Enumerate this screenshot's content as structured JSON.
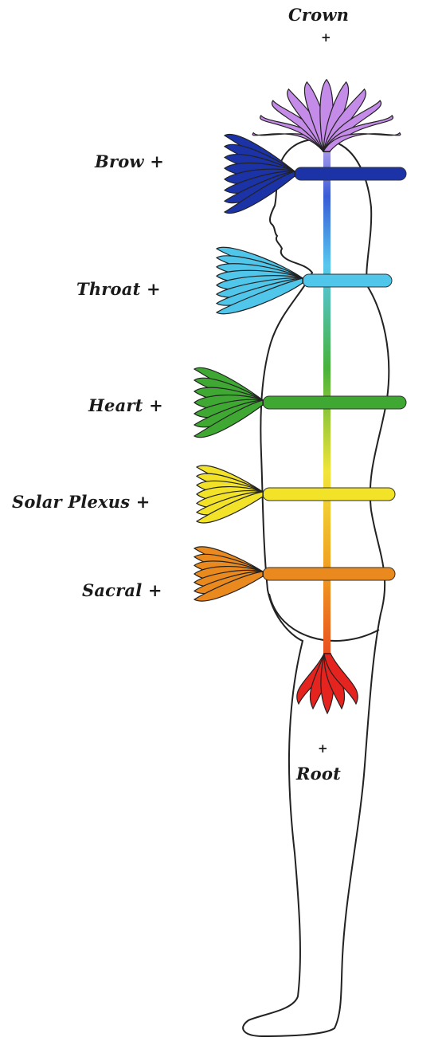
{
  "chakras": [
    {
      "id": "crown",
      "label": "Crown",
      "marker": "+",
      "color": "#c58be8"
    },
    {
      "id": "brow",
      "label": "Brow +",
      "color": "#1b33a6"
    },
    {
      "id": "throat",
      "label": "Throat +",
      "color": "#4fc6ea"
    },
    {
      "id": "heart",
      "label": "Heart +",
      "color": "#3fa832"
    },
    {
      "id": "solar",
      "label": "Solar Plexus +",
      "color": "#f2e228"
    },
    {
      "id": "sacral",
      "label": "Sacral +",
      "color": "#ea8a1e"
    },
    {
      "id": "root",
      "label": "Root",
      "marker": "+",
      "color": "#e5231f"
    }
  ]
}
